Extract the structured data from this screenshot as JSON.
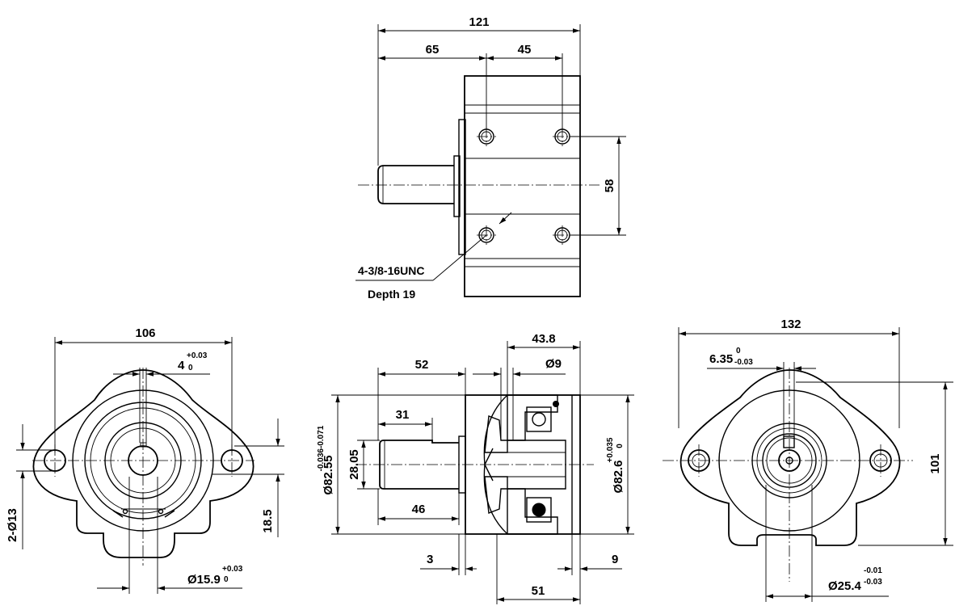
{
  "top_view": {
    "dim_overall_length": "121",
    "dim_left_length": "65",
    "dim_hole_spacing_x": "45",
    "dim_hole_spacing_y": "58",
    "thread_callout": "4-3/8-16UNC",
    "thread_depth": "Depth 19"
  },
  "left_view": {
    "dim_width": "106",
    "dim_key_width": "4",
    "dim_key_tol_upper": "+0.03",
    "dim_key_tol_lower": "0",
    "dim_holes": "2-Ø13",
    "dim_hole_offset": "18.5",
    "dim_shaft_dia": "Ø15.9",
    "dim_shaft_tol_upper": "+0.03",
    "dim_shaft_tol_lower": "0"
  },
  "section_view": {
    "dim_43_8": "43.8",
    "dim_phi9": "Ø9",
    "dim_52": "52",
    "dim_31": "31",
    "dim_28_05": "28.05",
    "dim_pilot": "Ø82.55",
    "dim_pilot_tol": "-0.036-0.071",
    "dim_bore": "Ø82.6",
    "dim_bore_tol_upper": "+0.035",
    "dim_bore_tol_lower": "0",
    "dim_46": "46",
    "dim_3": "3",
    "dim_9": "9",
    "dim_51": "51"
  },
  "right_view": {
    "dim_width": "132",
    "dim_key": "6.35",
    "dim_key_tol_upper": "0",
    "dim_key_tol_lower": "-0.03",
    "dim_height": "101",
    "dim_bore_dia": "Ø25.4",
    "dim_bore_tol_upper": "-0.01",
    "dim_bore_tol_lower": "-0.03"
  }
}
